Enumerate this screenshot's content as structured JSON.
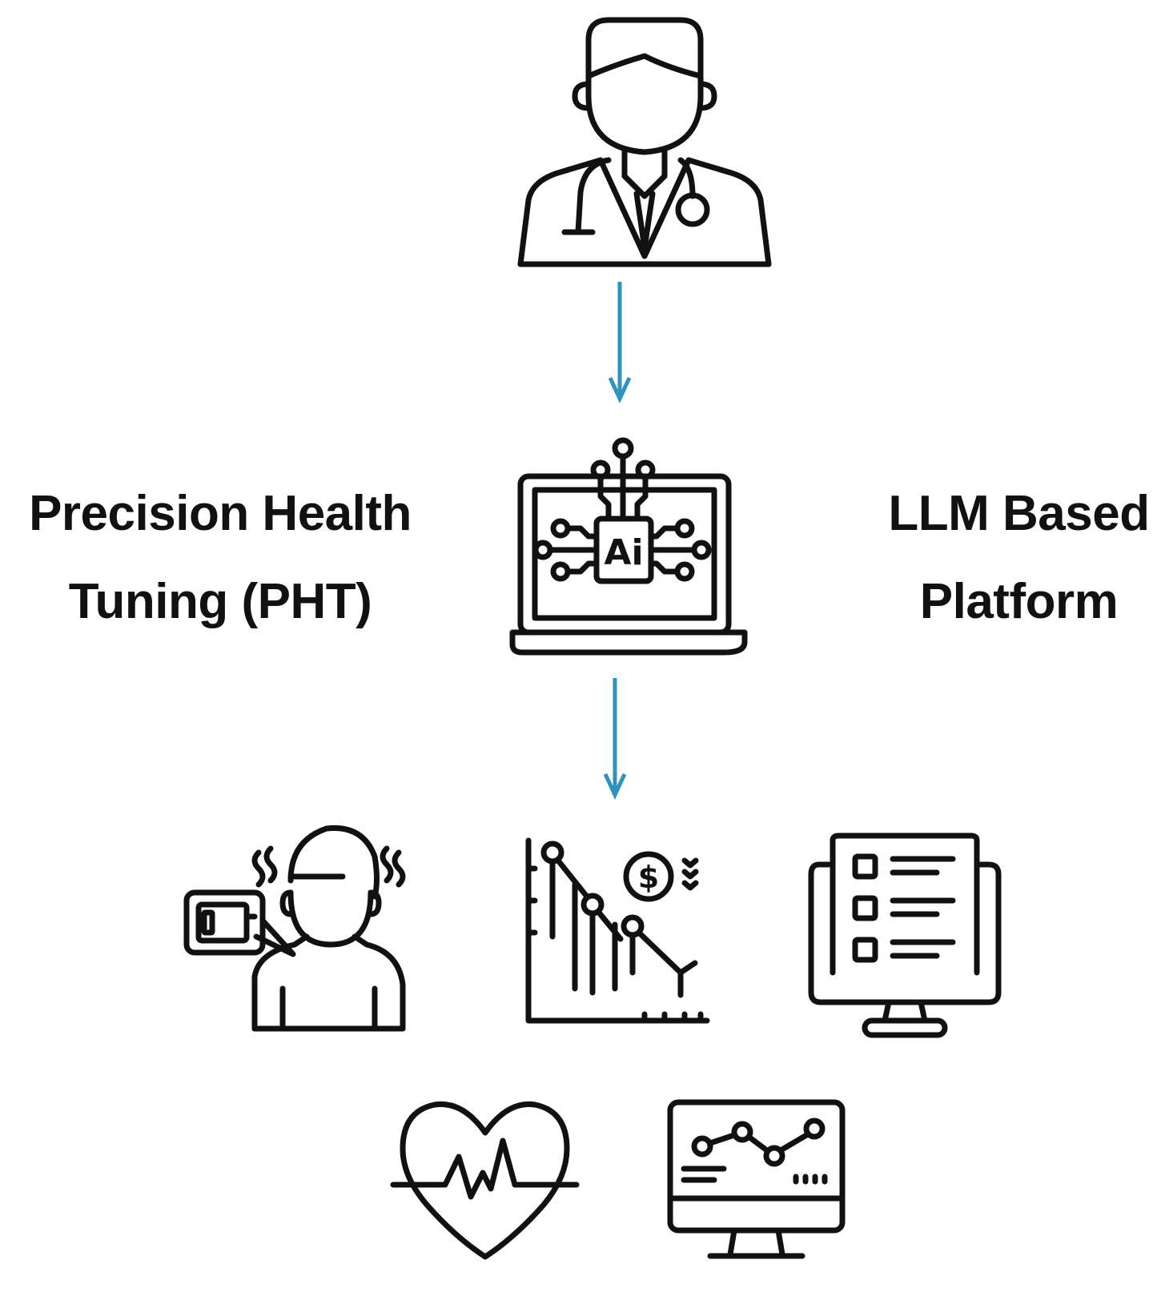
{
  "left_label": {
    "line1": "Precision Health",
    "line2": "Tuning (PHT)"
  },
  "right_label": {
    "line1": "LLM Based",
    "line2": "Platform"
  },
  "ai_badge": "Ai",
  "money_symbol": "$",
  "colors": {
    "arrow": "#2f93bd",
    "ink": "#111111",
    "background": "#ffffff"
  },
  "icons": {
    "top": "doctor-icon",
    "middle": "ai-laptop-icon",
    "outputs": [
      "fatigue-person-icon",
      "cost-reduction-chart-icon",
      "checklist-monitor-icon",
      "heart-rate-icon",
      "analytics-monitor-icon"
    ]
  }
}
